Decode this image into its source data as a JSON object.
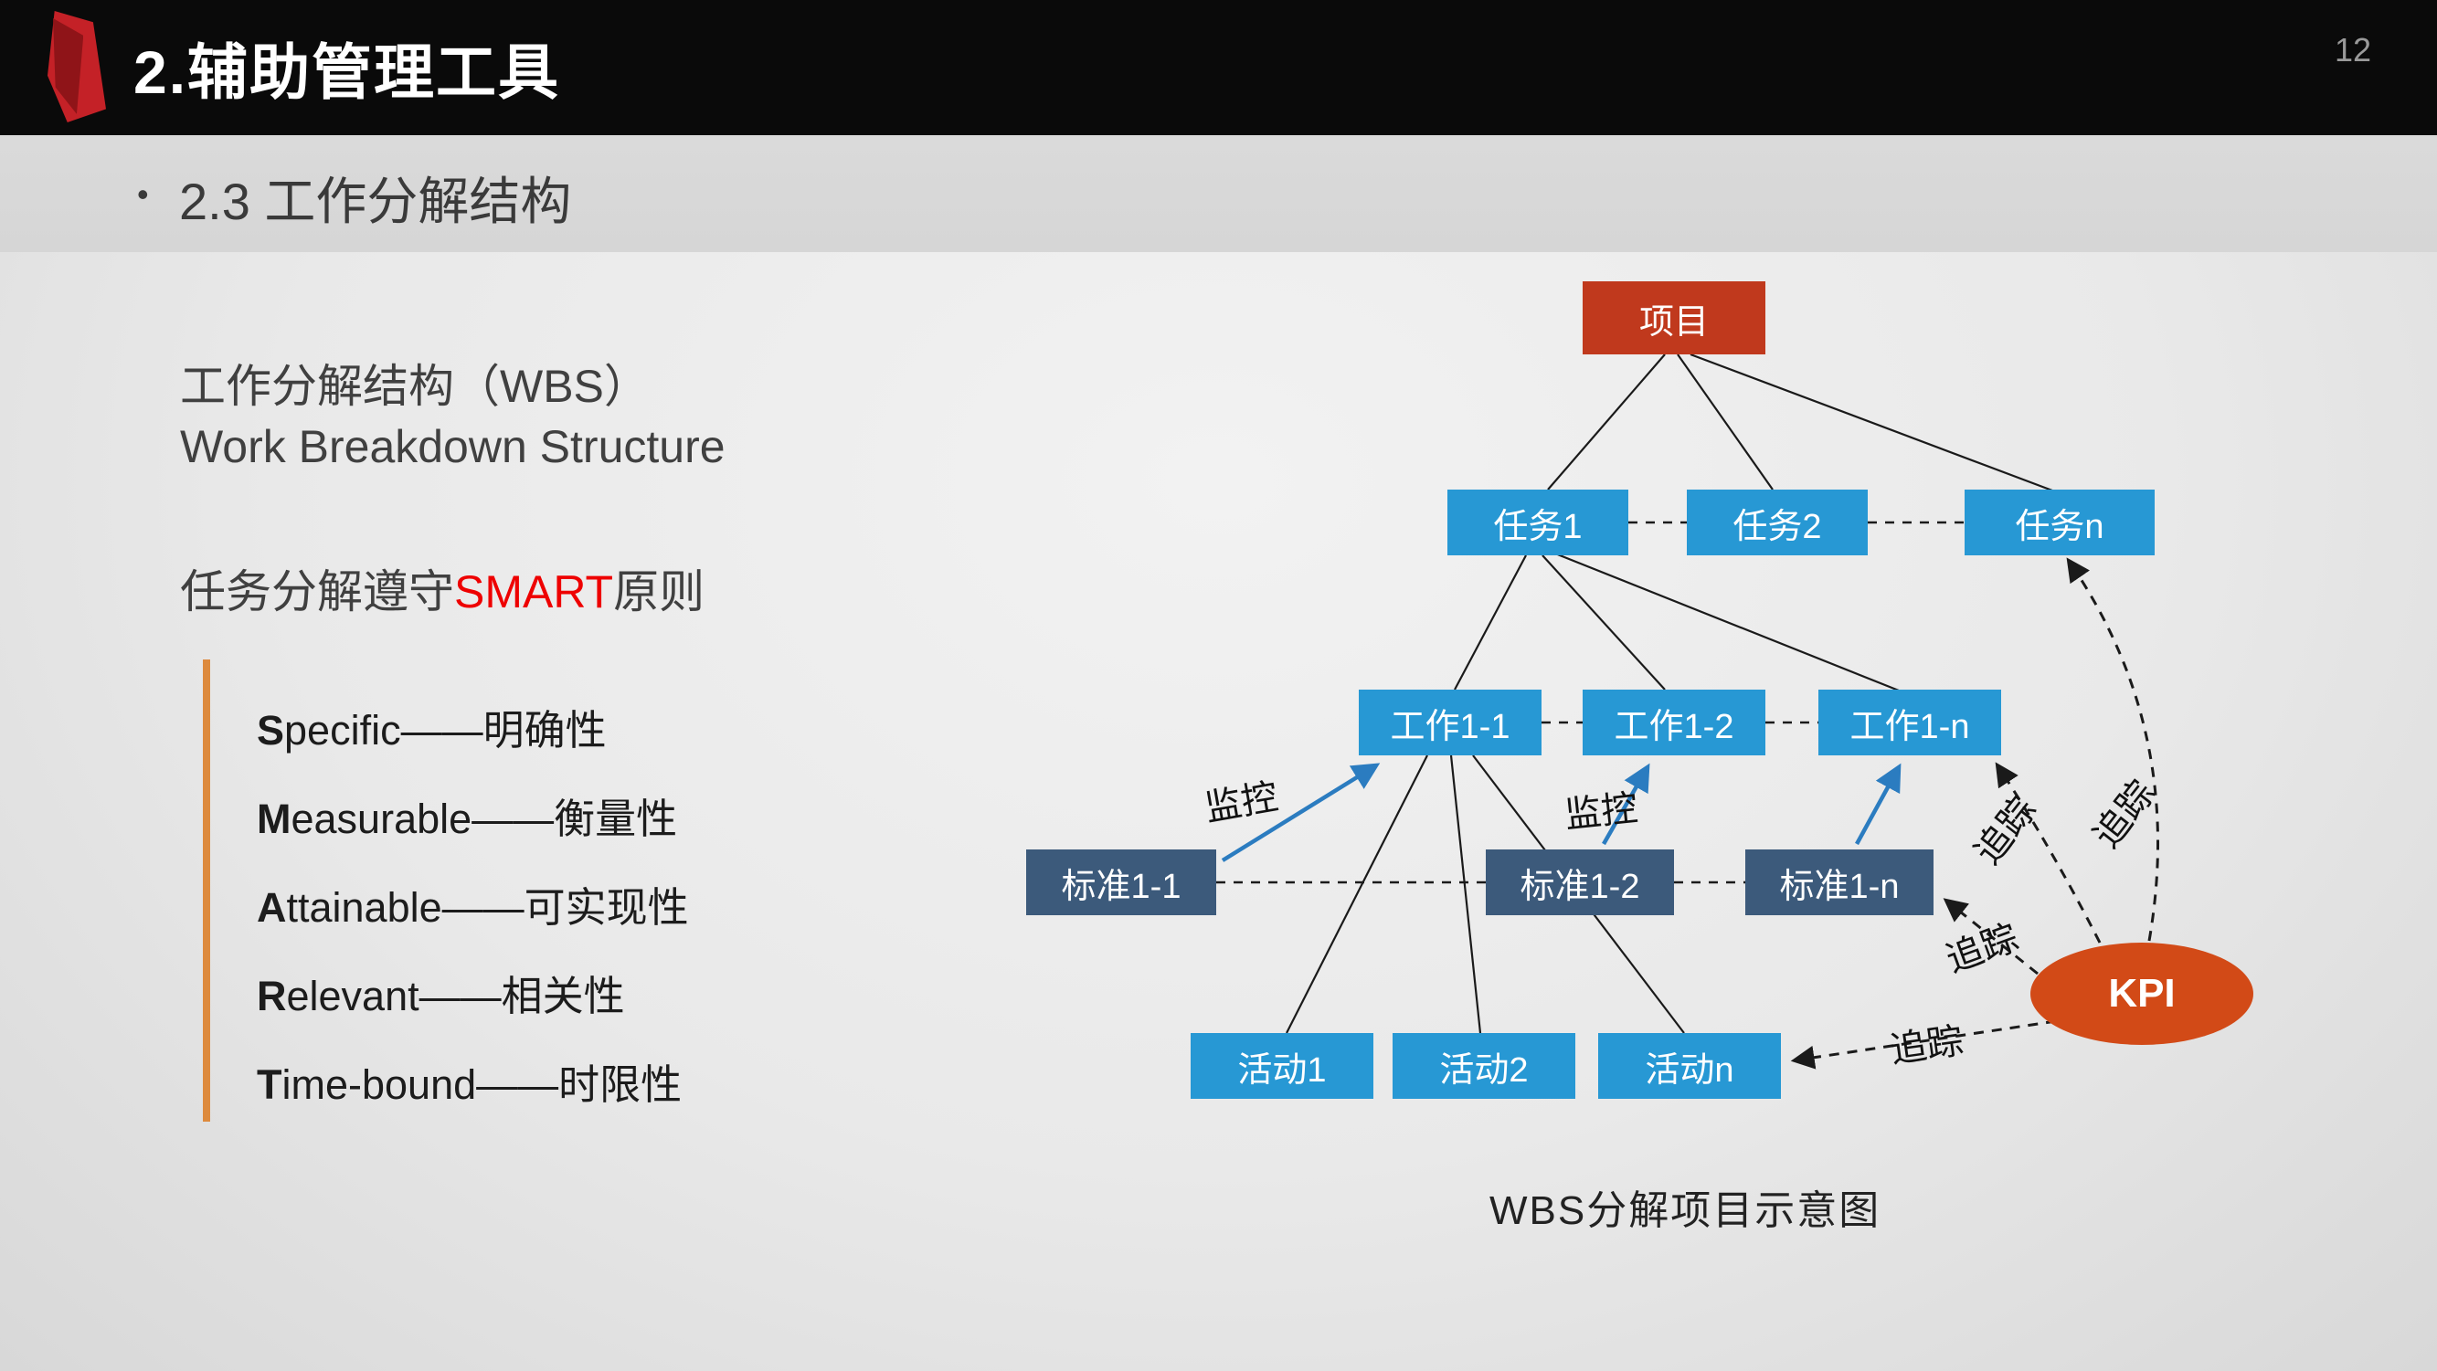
{
  "header": {
    "title": "2.辅助管理工具",
    "page_number": "12"
  },
  "subtitle": {
    "bullet": "•",
    "text": "2.3 工作分解结构"
  },
  "intro": {
    "line1": "工作分解结构（WBS）",
    "line2": "Work Breakdown Structure",
    "smart_prefix": "任务分解遵守",
    "smart_highlight": "SMART",
    "smart_suffix": "原则"
  },
  "smart_list": {
    "items": [
      {
        "lead": "S",
        "rest": "pecific——明确性"
      },
      {
        "lead": "M",
        "rest": "easurable——衡量性"
      },
      {
        "lead": "A",
        "rest": "ttainable——可实现性"
      },
      {
        "lead": "R",
        "rest": "elevant——相关性"
      },
      {
        "lead": "T",
        "rest": "ime-bound——时限性"
      }
    ]
  },
  "diagram": {
    "project": "项目",
    "tasks": [
      "任务1",
      "任务2",
      "任务n"
    ],
    "works": [
      "工作1-1",
      "工作1-2",
      "工作1-n"
    ],
    "standards": [
      "标准1-1",
      "标准1-2",
      "标准1-n"
    ],
    "activities": [
      "活动1",
      "活动2",
      "活动n"
    ],
    "kpi": "KPI",
    "monitor_label": "监控",
    "track_label": "追踪",
    "caption": "WBS分解项目示意图"
  },
  "theme": {
    "header_black": "#0a0a0a",
    "accent_red": "#c42127",
    "node_blue": "#2798d4",
    "node_dark_blue": "#3c5a7b",
    "node_red": "#c0391d",
    "kpi_orange": "#d24a17",
    "smart_highlight_red": "#ee0000",
    "list_bar_orange": "#dd8a3d",
    "monitor_arrow_blue": "#2b7cc0"
  }
}
